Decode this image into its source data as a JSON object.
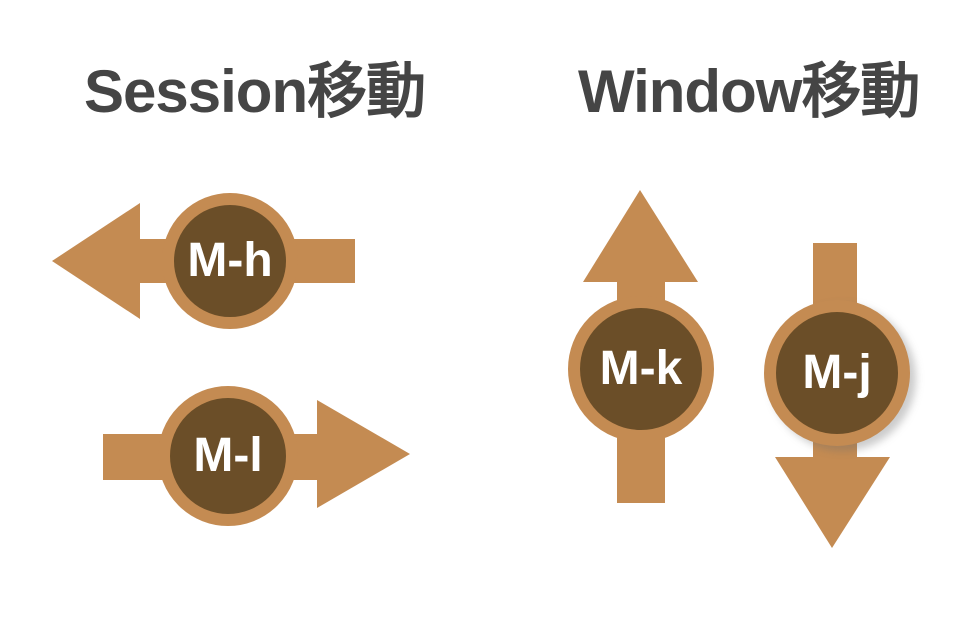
{
  "titles": {
    "session": "Session移動",
    "window": "Window移動"
  },
  "shortcuts": {
    "session_prev": {
      "label": "M-h",
      "direction": "left"
    },
    "session_next": {
      "label": "M-l",
      "direction": "right"
    },
    "window_prev": {
      "label": "M-k",
      "direction": "up"
    },
    "window_next": {
      "label": "M-j",
      "direction": "down"
    }
  },
  "colors": {
    "arrow": "#c48b52",
    "badge_fill": "#6b4e28",
    "badge_ring": "#c48b52",
    "key_text": "#ffffff",
    "title_text": "#454545",
    "background": "#ffffff"
  }
}
